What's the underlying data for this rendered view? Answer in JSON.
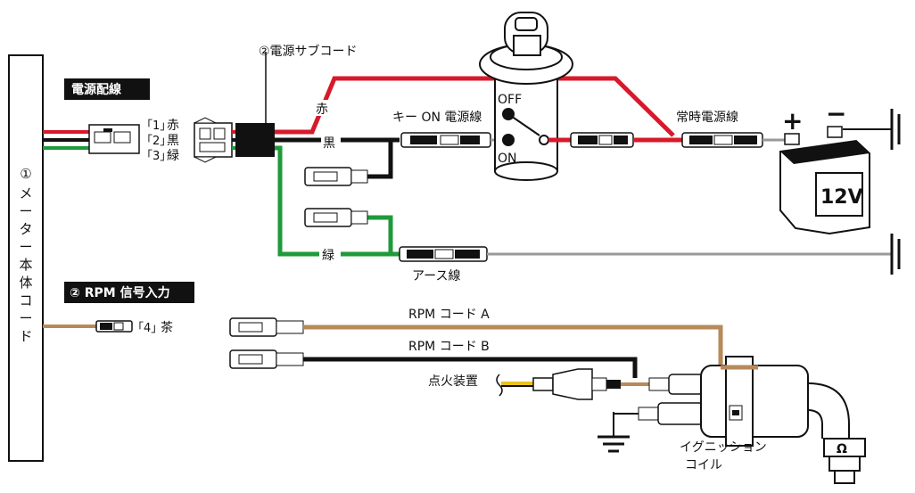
{
  "meter_cord": {
    "number": "①",
    "chars": [
      "メ",
      "ー",
      "タ",
      "ー",
      "本",
      "体",
      "コ",
      "ー",
      "ド"
    ]
  },
  "headers": {
    "power": "電源配線",
    "rpm": "② RPM 信号入力"
  },
  "connector_pins": [
    {
      "pin": "「1」",
      "color_name": "赤"
    },
    {
      "pin": "「2」",
      "color_name": "黒"
    },
    {
      "pin": "「3」",
      "color_name": "緑"
    }
  ],
  "rpm_pin": {
    "pin": "「4」",
    "color_name": "茶"
  },
  "sub_cord_label": "②電源サブコード",
  "wire_labels": {
    "red": "赤",
    "black": "黒",
    "green": "緑",
    "key_on": "キー ON 電源線",
    "constant": "常時電源線",
    "earth": "アース線",
    "rpm_a": "RPM コード A",
    "rpm_b": "RPM コード B",
    "ignition_device": "点火装置"
  },
  "switch": {
    "off": "OFF",
    "on": "ON"
  },
  "battery": {
    "plus": "+",
    "minus": "−",
    "voltage": "12V"
  },
  "coil_label": [
    "イグニッション",
    "コイル"
  ],
  "plug_symbol": "Ω",
  "colors": {
    "red_wire": "#d7192a",
    "green_wire": "#1f9a3a",
    "black_wire": "#111111",
    "brown_wire": "#b78a5a",
    "yellow_wire": "#e8c21f",
    "header_bg": "#111111"
  }
}
